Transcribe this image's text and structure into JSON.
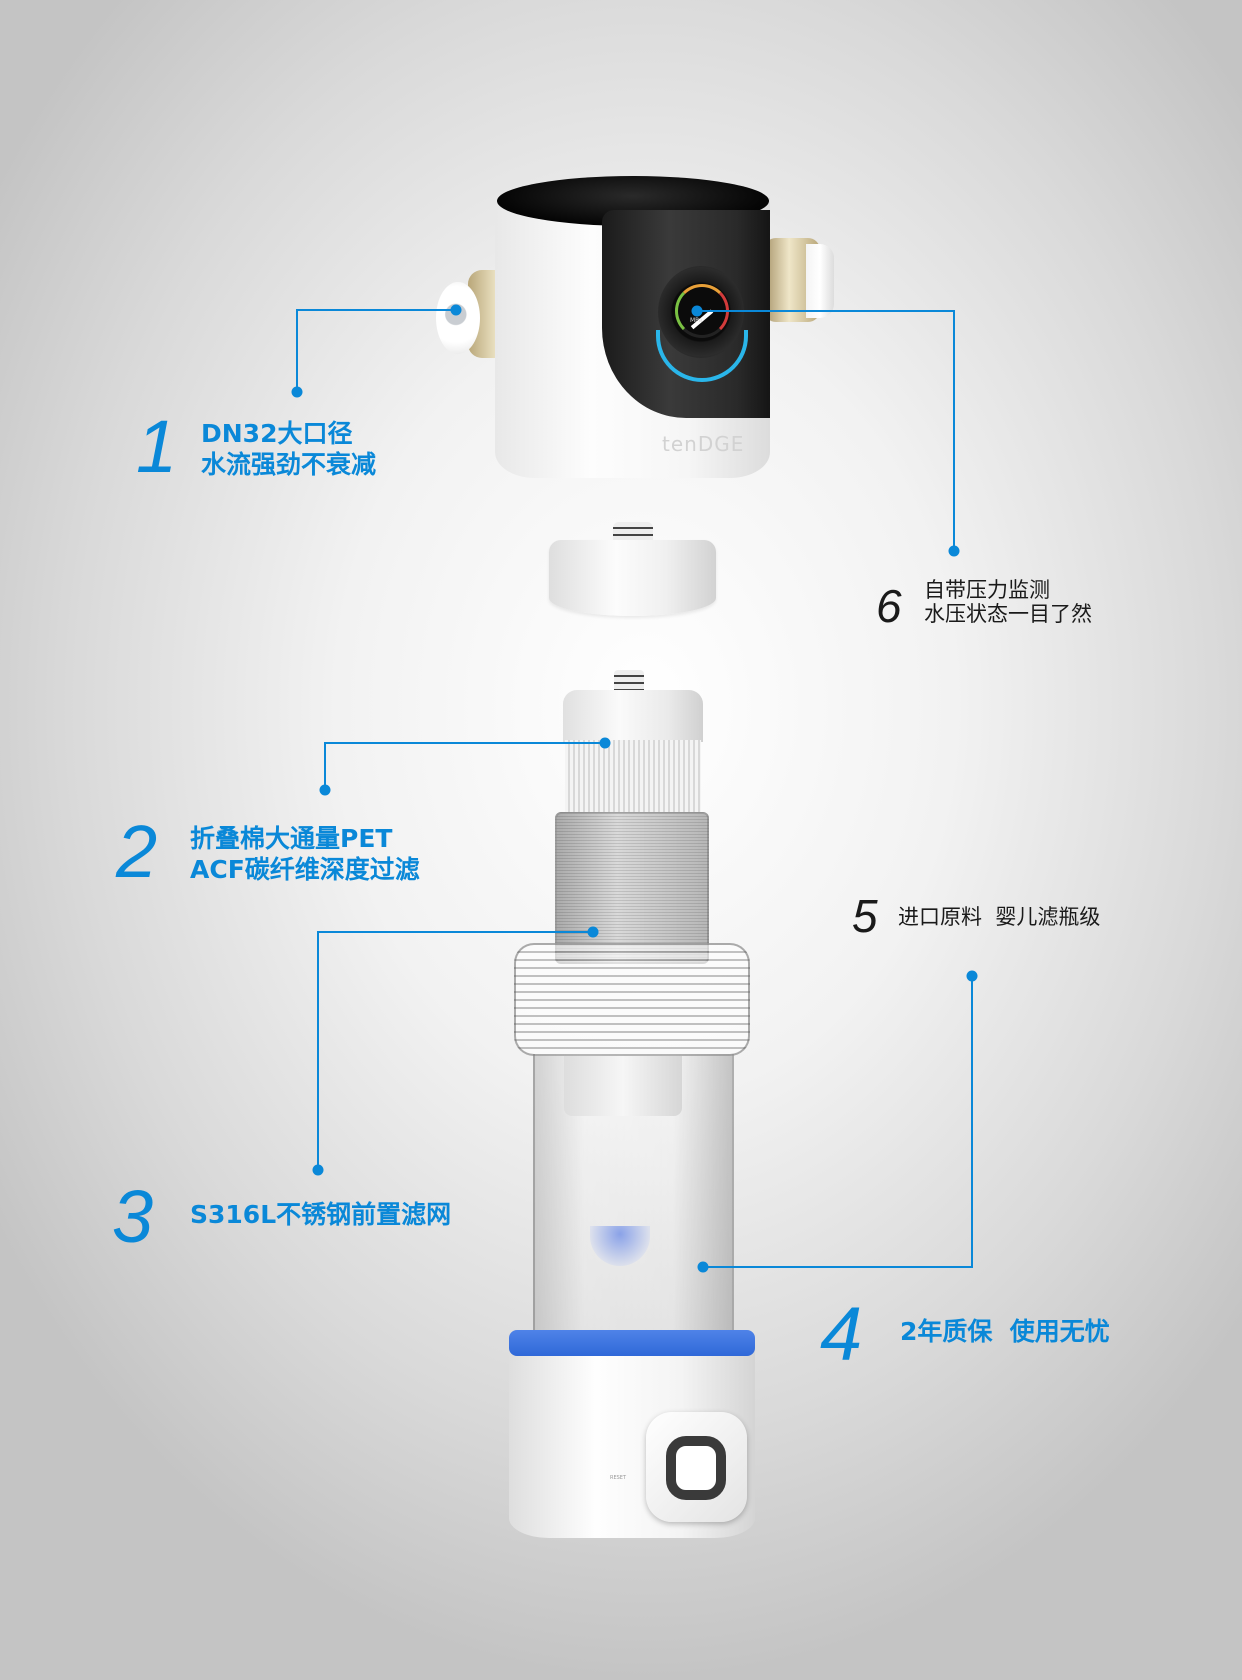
{
  "brand_logo": "tenDGE",
  "gauge_unit": "MPa",
  "base_label": "RESET",
  "accent_color": "#0a88d8",
  "callouts": [
    {
      "number": "1",
      "lines": [
        "DN32大口径",
        "水流强劲不衰减"
      ]
    },
    {
      "number": "2",
      "lines": [
        "折叠棉大通量PET",
        "ACF碳纤维深度过滤"
      ]
    },
    {
      "number": "3",
      "lines": [
        "S316L不锈钢前置滤网"
      ]
    },
    {
      "number": "4",
      "lines": [
        "2年质保  使用无忧"
      ]
    },
    {
      "number": "5",
      "lines": [
        "进口原料  婴儿滤瓶级"
      ]
    },
    {
      "number": "6",
      "lines": [
        "自带压力监测",
        "水压状态一目了然"
      ]
    }
  ]
}
